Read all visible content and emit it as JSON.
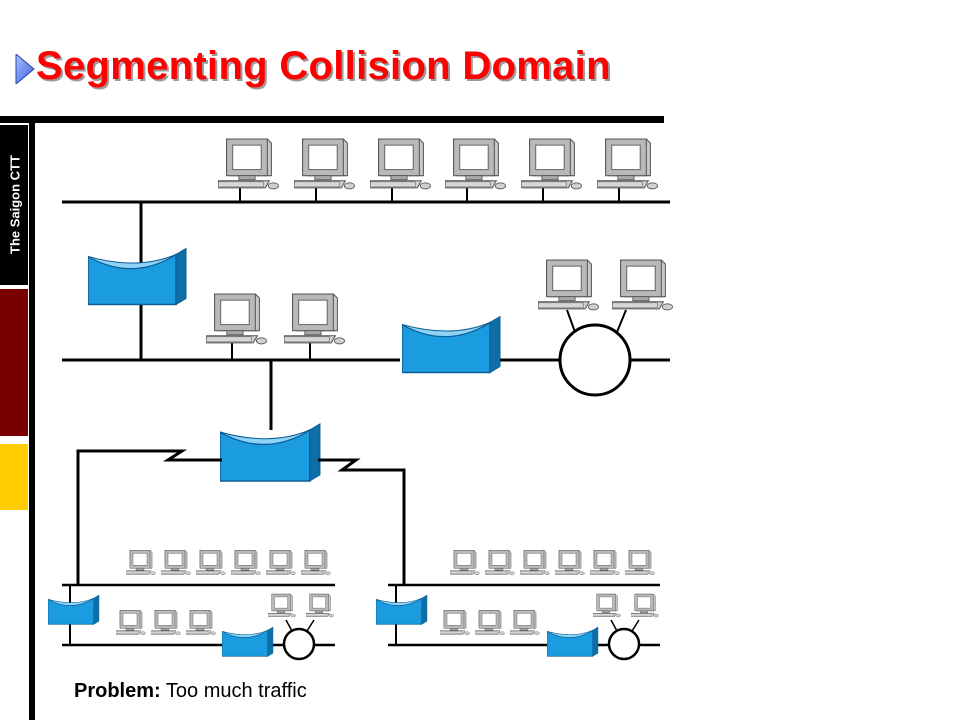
{
  "slide": {
    "title": "Segmenting Collision Domain",
    "brand": "The Saigon CTT",
    "caption_label": "Problem:",
    "caption_text": "Too much traffic"
  },
  "colors": {
    "title": "#ff0000",
    "device_blue": "#1b9be0",
    "brand_maroon": "#7a0000",
    "brand_yellow": "#ffcc00"
  },
  "icons": [
    "workstation-icon",
    "bridge-icon",
    "hub-ring-icon",
    "serial-link-icon"
  ]
}
